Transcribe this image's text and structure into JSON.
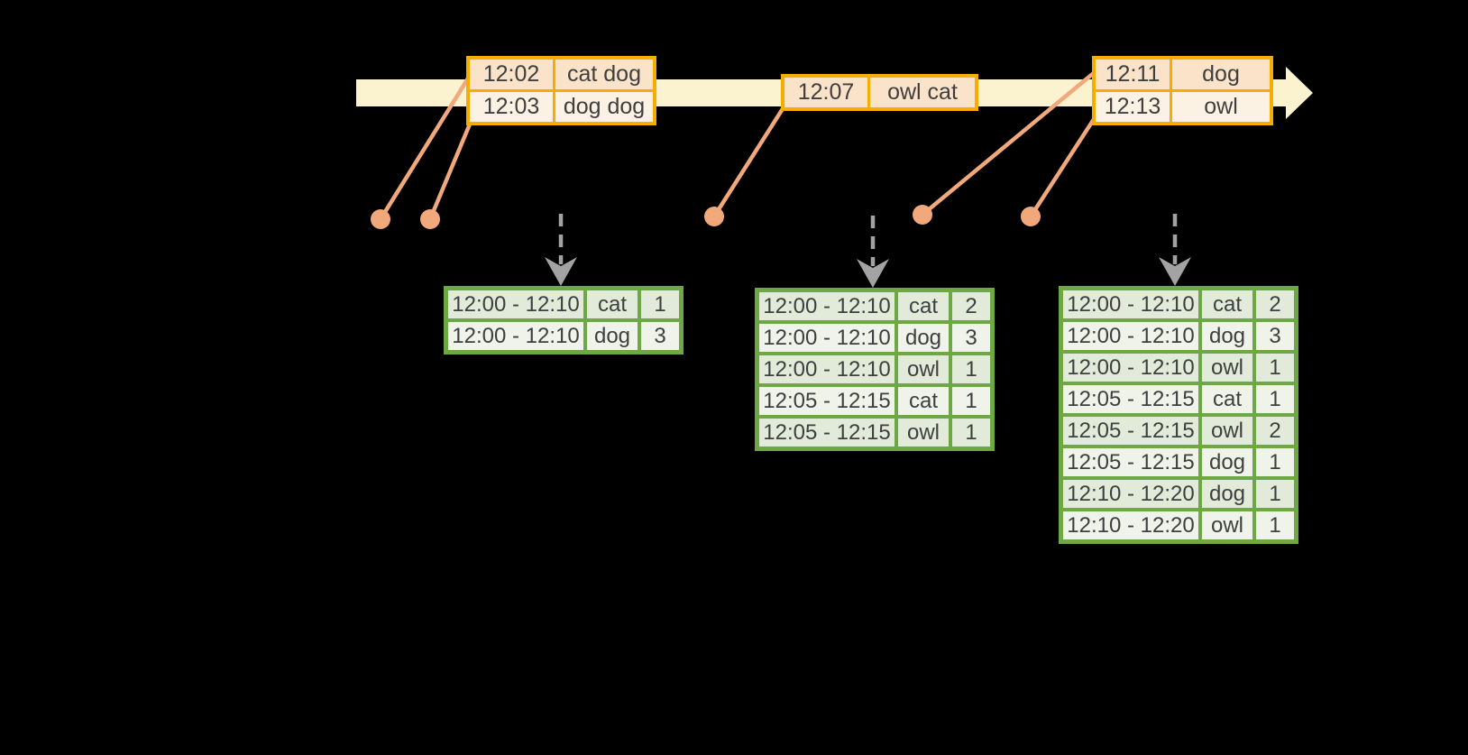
{
  "colors": {
    "background": "#000000",
    "timeline_fill": "#fbf2cf",
    "event_border": "#f5ae00",
    "event_row_dark": "#fae3c8",
    "event_row_light": "#fcf2e4",
    "leader": "#f1a87a",
    "dashed_arrow": "#a3a3a3",
    "result_border": "#6da845",
    "result_row_dark": "#e2ebd9",
    "result_row_light": "#eff3ea",
    "text": "#3f3f3f"
  },
  "event_tables": [
    {
      "rows": [
        {
          "time": "12:02",
          "words": "cat dog"
        },
        {
          "time": "12:03",
          "words": "dog dog"
        }
      ]
    },
    {
      "rows": [
        {
          "time": "12:07",
          "words": "owl cat"
        }
      ]
    },
    {
      "rows": [
        {
          "time": "12:11",
          "words": "dog"
        },
        {
          "time": "12:13",
          "words": "owl"
        }
      ]
    }
  ],
  "result_tables": [
    {
      "rows": [
        [
          "12:00 - 12:10",
          "cat",
          "1"
        ],
        [
          "12:00 - 12:10",
          "dog",
          "3"
        ]
      ]
    },
    {
      "rows": [
        [
          "12:00 - 12:10",
          "cat",
          "2"
        ],
        [
          "12:00 - 12:10",
          "dog",
          "3"
        ],
        [
          "12:00 - 12:10",
          "owl",
          "1"
        ],
        [
          "12:05 - 12:15",
          "cat",
          "1"
        ],
        [
          "12:05 - 12:15",
          "owl",
          "1"
        ]
      ]
    },
    {
      "rows": [
        [
          "12:00 - 12:10",
          "cat",
          "2"
        ],
        [
          "12:00 - 12:10",
          "dog",
          "3"
        ],
        [
          "12:00 - 12:10",
          "owl",
          "1"
        ],
        [
          "12:05 - 12:15",
          "cat",
          "1"
        ],
        [
          "12:05 - 12:15",
          "owl",
          "2"
        ],
        [
          "12:05 - 12:15",
          "dog",
          "1"
        ],
        [
          "12:10 - 12:20",
          "dog",
          "1"
        ],
        [
          "12:10 - 12:20",
          "owl",
          "1"
        ]
      ]
    }
  ]
}
